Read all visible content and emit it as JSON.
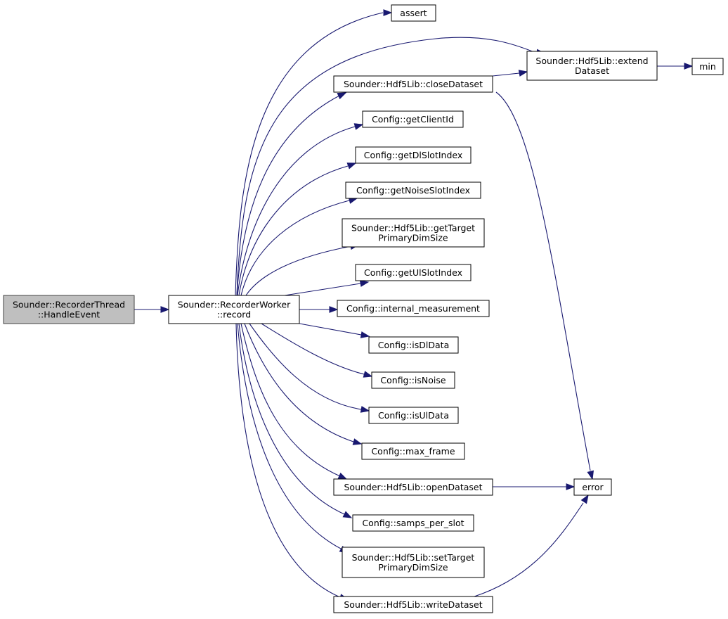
{
  "graph": {
    "title": "",
    "colors": {
      "edge": "#191970",
      "root_fill": "#bfbfbf",
      "node_fill": "#ffffff",
      "node_border": "#000000"
    },
    "nodes": [
      {
        "id": "handle_event",
        "lines": [
          "Sounder::RecorderThread",
          "::HandleEvent"
        ],
        "root": true
      },
      {
        "id": "record",
        "lines": [
          "Sounder::RecorderWorker",
          "::record"
        ]
      },
      {
        "id": "assert",
        "lines": [
          "assert"
        ]
      },
      {
        "id": "extend_dataset",
        "lines": [
          "Sounder::Hdf5Lib::extend",
          "Dataset"
        ]
      },
      {
        "id": "min",
        "lines": [
          "min"
        ]
      },
      {
        "id": "close_dataset",
        "lines": [
          "Sounder::Hdf5Lib::closeDataset"
        ]
      },
      {
        "id": "get_client_id",
        "lines": [
          "Config::getClientId"
        ]
      },
      {
        "id": "get_dl_slot_index",
        "lines": [
          "Config::getDlSlotIndex"
        ]
      },
      {
        "id": "get_noise_slot_index",
        "lines": [
          "Config::getNoiseSlotIndex"
        ]
      },
      {
        "id": "get_target_primary_dim_size",
        "lines": [
          "Sounder::Hdf5Lib::getTarget",
          "PrimaryDimSize"
        ]
      },
      {
        "id": "get_ul_slot_index",
        "lines": [
          "Config::getUlSlotIndex"
        ]
      },
      {
        "id": "internal_measurement",
        "lines": [
          "Config::internal_measurement"
        ]
      },
      {
        "id": "is_dl_data",
        "lines": [
          "Config::isDlData"
        ]
      },
      {
        "id": "is_noise",
        "lines": [
          "Config::isNoise"
        ]
      },
      {
        "id": "is_ul_data",
        "lines": [
          "Config::isUlData"
        ]
      },
      {
        "id": "max_frame",
        "lines": [
          "Config::max_frame"
        ]
      },
      {
        "id": "open_dataset",
        "lines": [
          "Sounder::Hdf5Lib::openDataset"
        ]
      },
      {
        "id": "error",
        "lines": [
          "error"
        ]
      },
      {
        "id": "samps_per_slot",
        "lines": [
          "Config::samps_per_slot"
        ]
      },
      {
        "id": "set_target_primary_dim_size",
        "lines": [
          "Sounder::Hdf5Lib::setTarget",
          "PrimaryDimSize"
        ]
      },
      {
        "id": "write_dataset",
        "lines": [
          "Sounder::Hdf5Lib::writeDataset"
        ]
      }
    ],
    "edges": [
      {
        "from": "handle_event",
        "to": "record"
      },
      {
        "from": "record",
        "to": "assert"
      },
      {
        "from": "record",
        "to": "extend_dataset"
      },
      {
        "from": "record",
        "to": "close_dataset"
      },
      {
        "from": "record",
        "to": "get_client_id"
      },
      {
        "from": "record",
        "to": "get_dl_slot_index"
      },
      {
        "from": "record",
        "to": "get_noise_slot_index"
      },
      {
        "from": "record",
        "to": "get_target_primary_dim_size"
      },
      {
        "from": "record",
        "to": "get_ul_slot_index"
      },
      {
        "from": "record",
        "to": "internal_measurement"
      },
      {
        "from": "record",
        "to": "is_dl_data"
      },
      {
        "from": "record",
        "to": "is_noise"
      },
      {
        "from": "record",
        "to": "is_ul_data"
      },
      {
        "from": "record",
        "to": "max_frame"
      },
      {
        "from": "record",
        "to": "open_dataset"
      },
      {
        "from": "record",
        "to": "samps_per_slot"
      },
      {
        "from": "record",
        "to": "set_target_primary_dim_size"
      },
      {
        "from": "record",
        "to": "write_dataset"
      },
      {
        "from": "close_dataset",
        "to": "extend_dataset"
      },
      {
        "from": "close_dataset",
        "to": "error"
      },
      {
        "from": "extend_dataset",
        "to": "min"
      },
      {
        "from": "open_dataset",
        "to": "error"
      },
      {
        "from": "write_dataset",
        "to": "error"
      }
    ]
  }
}
